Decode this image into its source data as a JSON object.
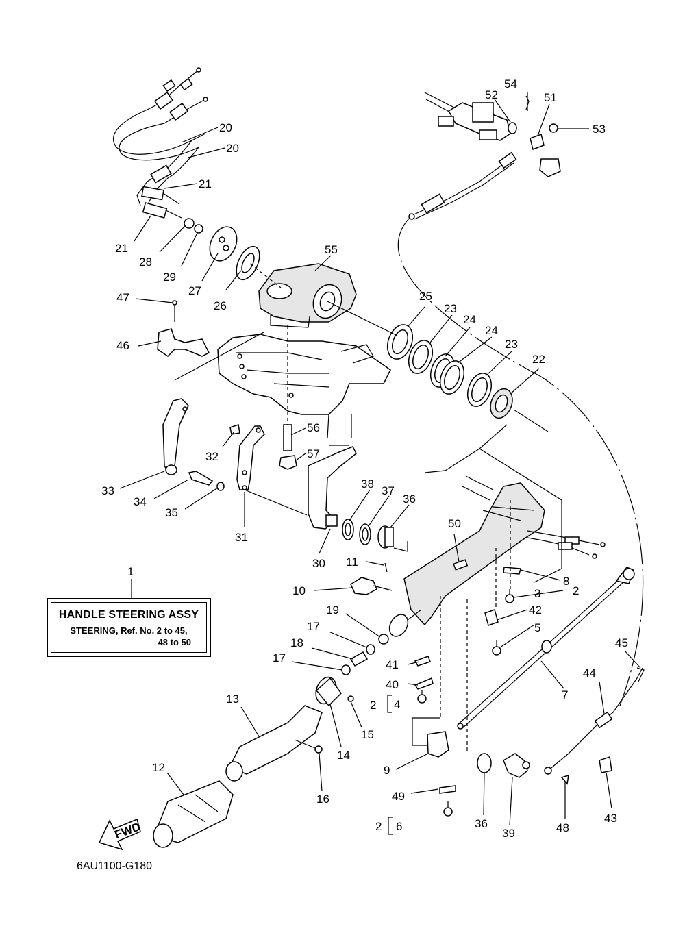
{
  "title_box": {
    "title": "HANDLE STEERING ASSY",
    "line1": "STEERING,  Ref.  No.  2  to  45,",
    "line2": "48  to  50"
  },
  "diagram_code": "6AU1100-G180",
  "fwd_label": "FWD",
  "callouts": {
    "c1": "1",
    "c2a": "2",
    "c2b": "2",
    "c2c": "2",
    "c3": "3",
    "c4": "4",
    "c5": "5",
    "c6": "6",
    "c7": "7",
    "c8": "8",
    "c9": "9",
    "c10": "10",
    "c11": "11",
    "c12": "12",
    "c13": "13",
    "c14": "14",
    "c15": "15",
    "c16": "16",
    "c17a": "17",
    "c17b": "17",
    "c18": "18",
    "c19": "19",
    "c20a": "20",
    "c20b": "20",
    "c21a": "21",
    "c21b": "21",
    "c22": "22",
    "c23a": "23",
    "c23b": "23",
    "c24a": "24",
    "c24b": "24",
    "c25": "25",
    "c26": "26",
    "c27": "27",
    "c28": "28",
    "c29": "29",
    "c30": "30",
    "c31": "31",
    "c32": "32",
    "c33": "33",
    "c34": "34",
    "c35": "35",
    "c36a": "36",
    "c36b": "36",
    "c37": "37",
    "c38": "38",
    "c39": "39",
    "c40": "40",
    "c41": "41",
    "c42": "42",
    "c43": "43",
    "c44": "44",
    "c45": "45",
    "c46": "46",
    "c47": "47",
    "c48": "48",
    "c49": "49",
    "c50": "50",
    "c51": "51",
    "c52": "52",
    "c53": "53",
    "c54": "54",
    "c55": "55",
    "c56": "56",
    "c57": "57"
  }
}
